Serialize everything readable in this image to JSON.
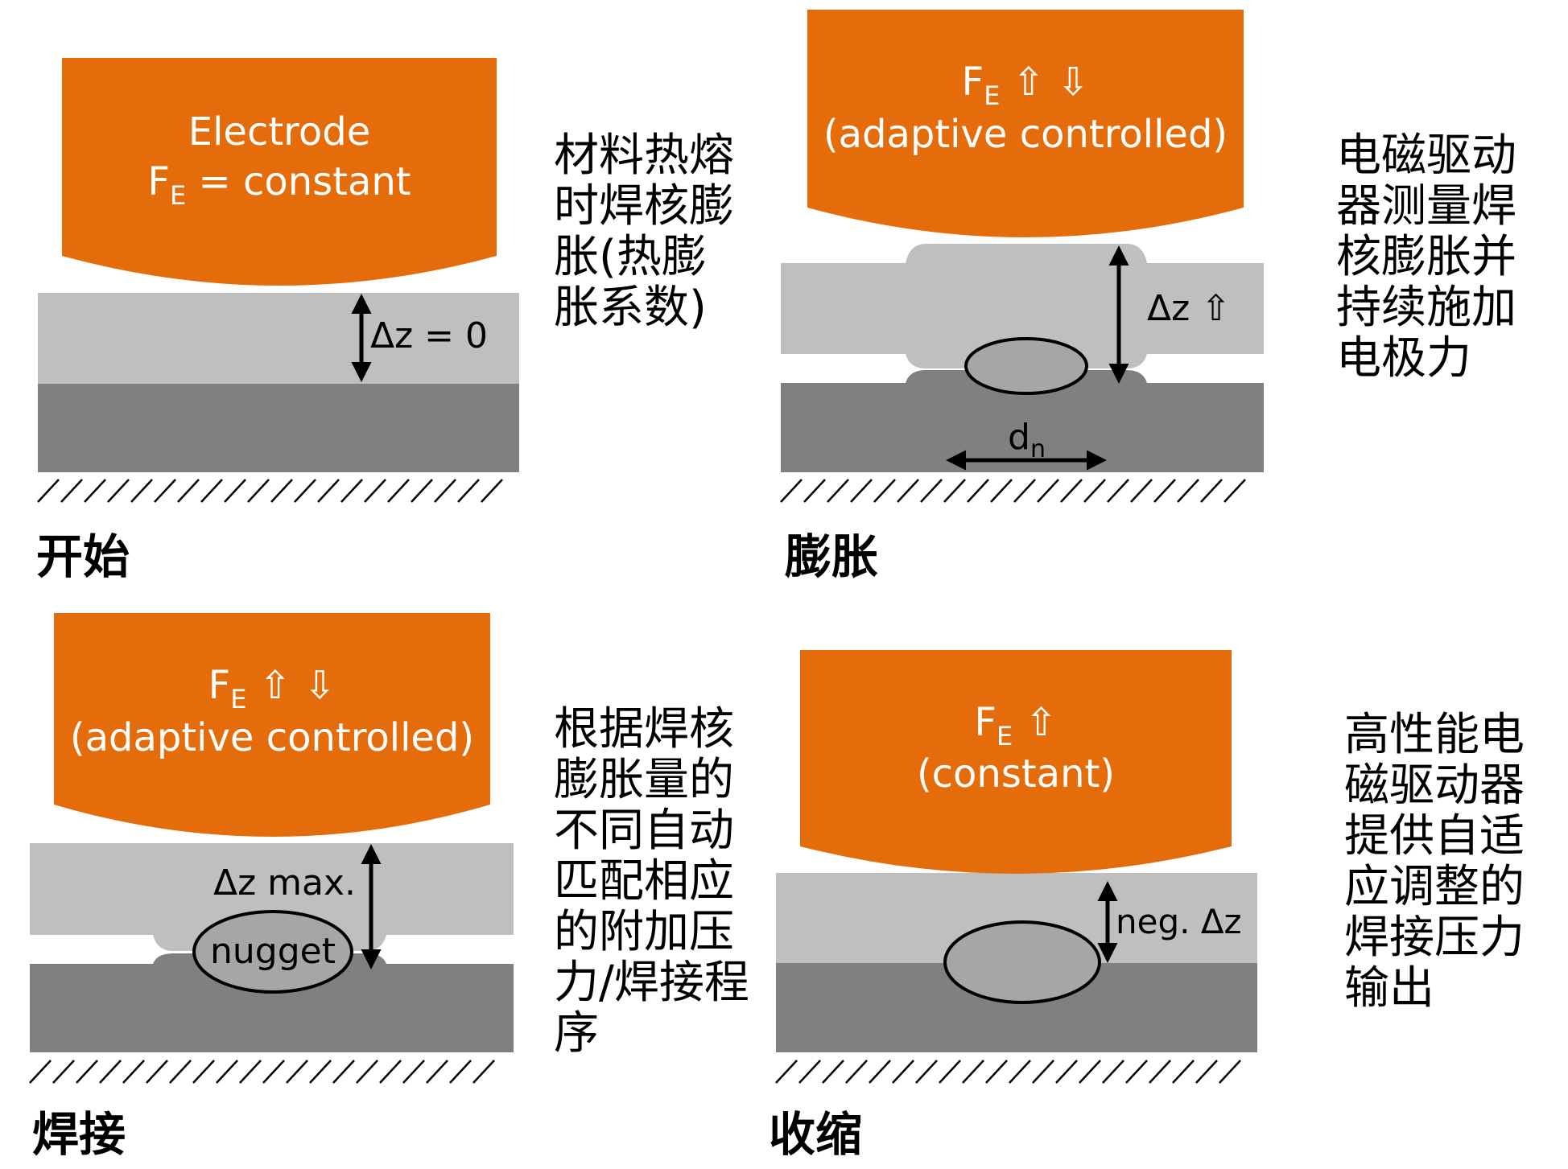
{
  "panels": {
    "start": {
      "title": "开始",
      "electrode_line1": "Electrode",
      "electrode_force_symbol": "F",
      "electrode_force_sub": "E",
      "electrode_force_rest": " = constant",
      "dz_label": "Δz = 0",
      "description": [
        "材料热熔",
        "时焊核膨",
        "胀(热膨",
        "胀系数)"
      ]
    },
    "expansion": {
      "title": "膨胀",
      "electrode_force_symbol": "F",
      "electrode_force_sub": "E",
      "electrode_force_arrows": " ⇧ ⇩",
      "electrode_line2": "(adaptive controlled)",
      "dz_label": "Δz ⇧",
      "dn_symbol": "d",
      "dn_sub": "n",
      "description": [
        "电磁驱动",
        "器测量焊",
        "核膨胀并",
        "持续施加",
        "电极力"
      ]
    },
    "welding": {
      "title": "焊接",
      "electrode_force_symbol": "F",
      "electrode_force_sub": "E",
      "electrode_force_arrows": " ⇧ ⇩",
      "electrode_line2": "(adaptive controlled)",
      "dz_label": "Δz max.",
      "nugget_label": "nugget",
      "description": [
        "根据焊核",
        "膨胀量的",
        "不同自动",
        "匹配相应",
        "的附加压",
        "力/焊接程",
        "序"
      ]
    },
    "shrinkage": {
      "title": "收缩",
      "electrode_force_symbol": "F",
      "electrode_force_sub": "E",
      "electrode_force_arrows": " ⇧",
      "electrode_line2": "(constant)",
      "dz_label": "neg. Δz",
      "description": [
        "高性能电",
        "磁驱动器",
        "提供自适",
        "应调整的",
        "焊接压力",
        "输出"
      ]
    }
  },
  "colors": {
    "electrode": "#E46C0A",
    "sheet_top": "#BFBFBF",
    "sheet_bottom": "#808080",
    "nugget": "#A6A6A6",
    "ground_hatch": "#000000"
  }
}
